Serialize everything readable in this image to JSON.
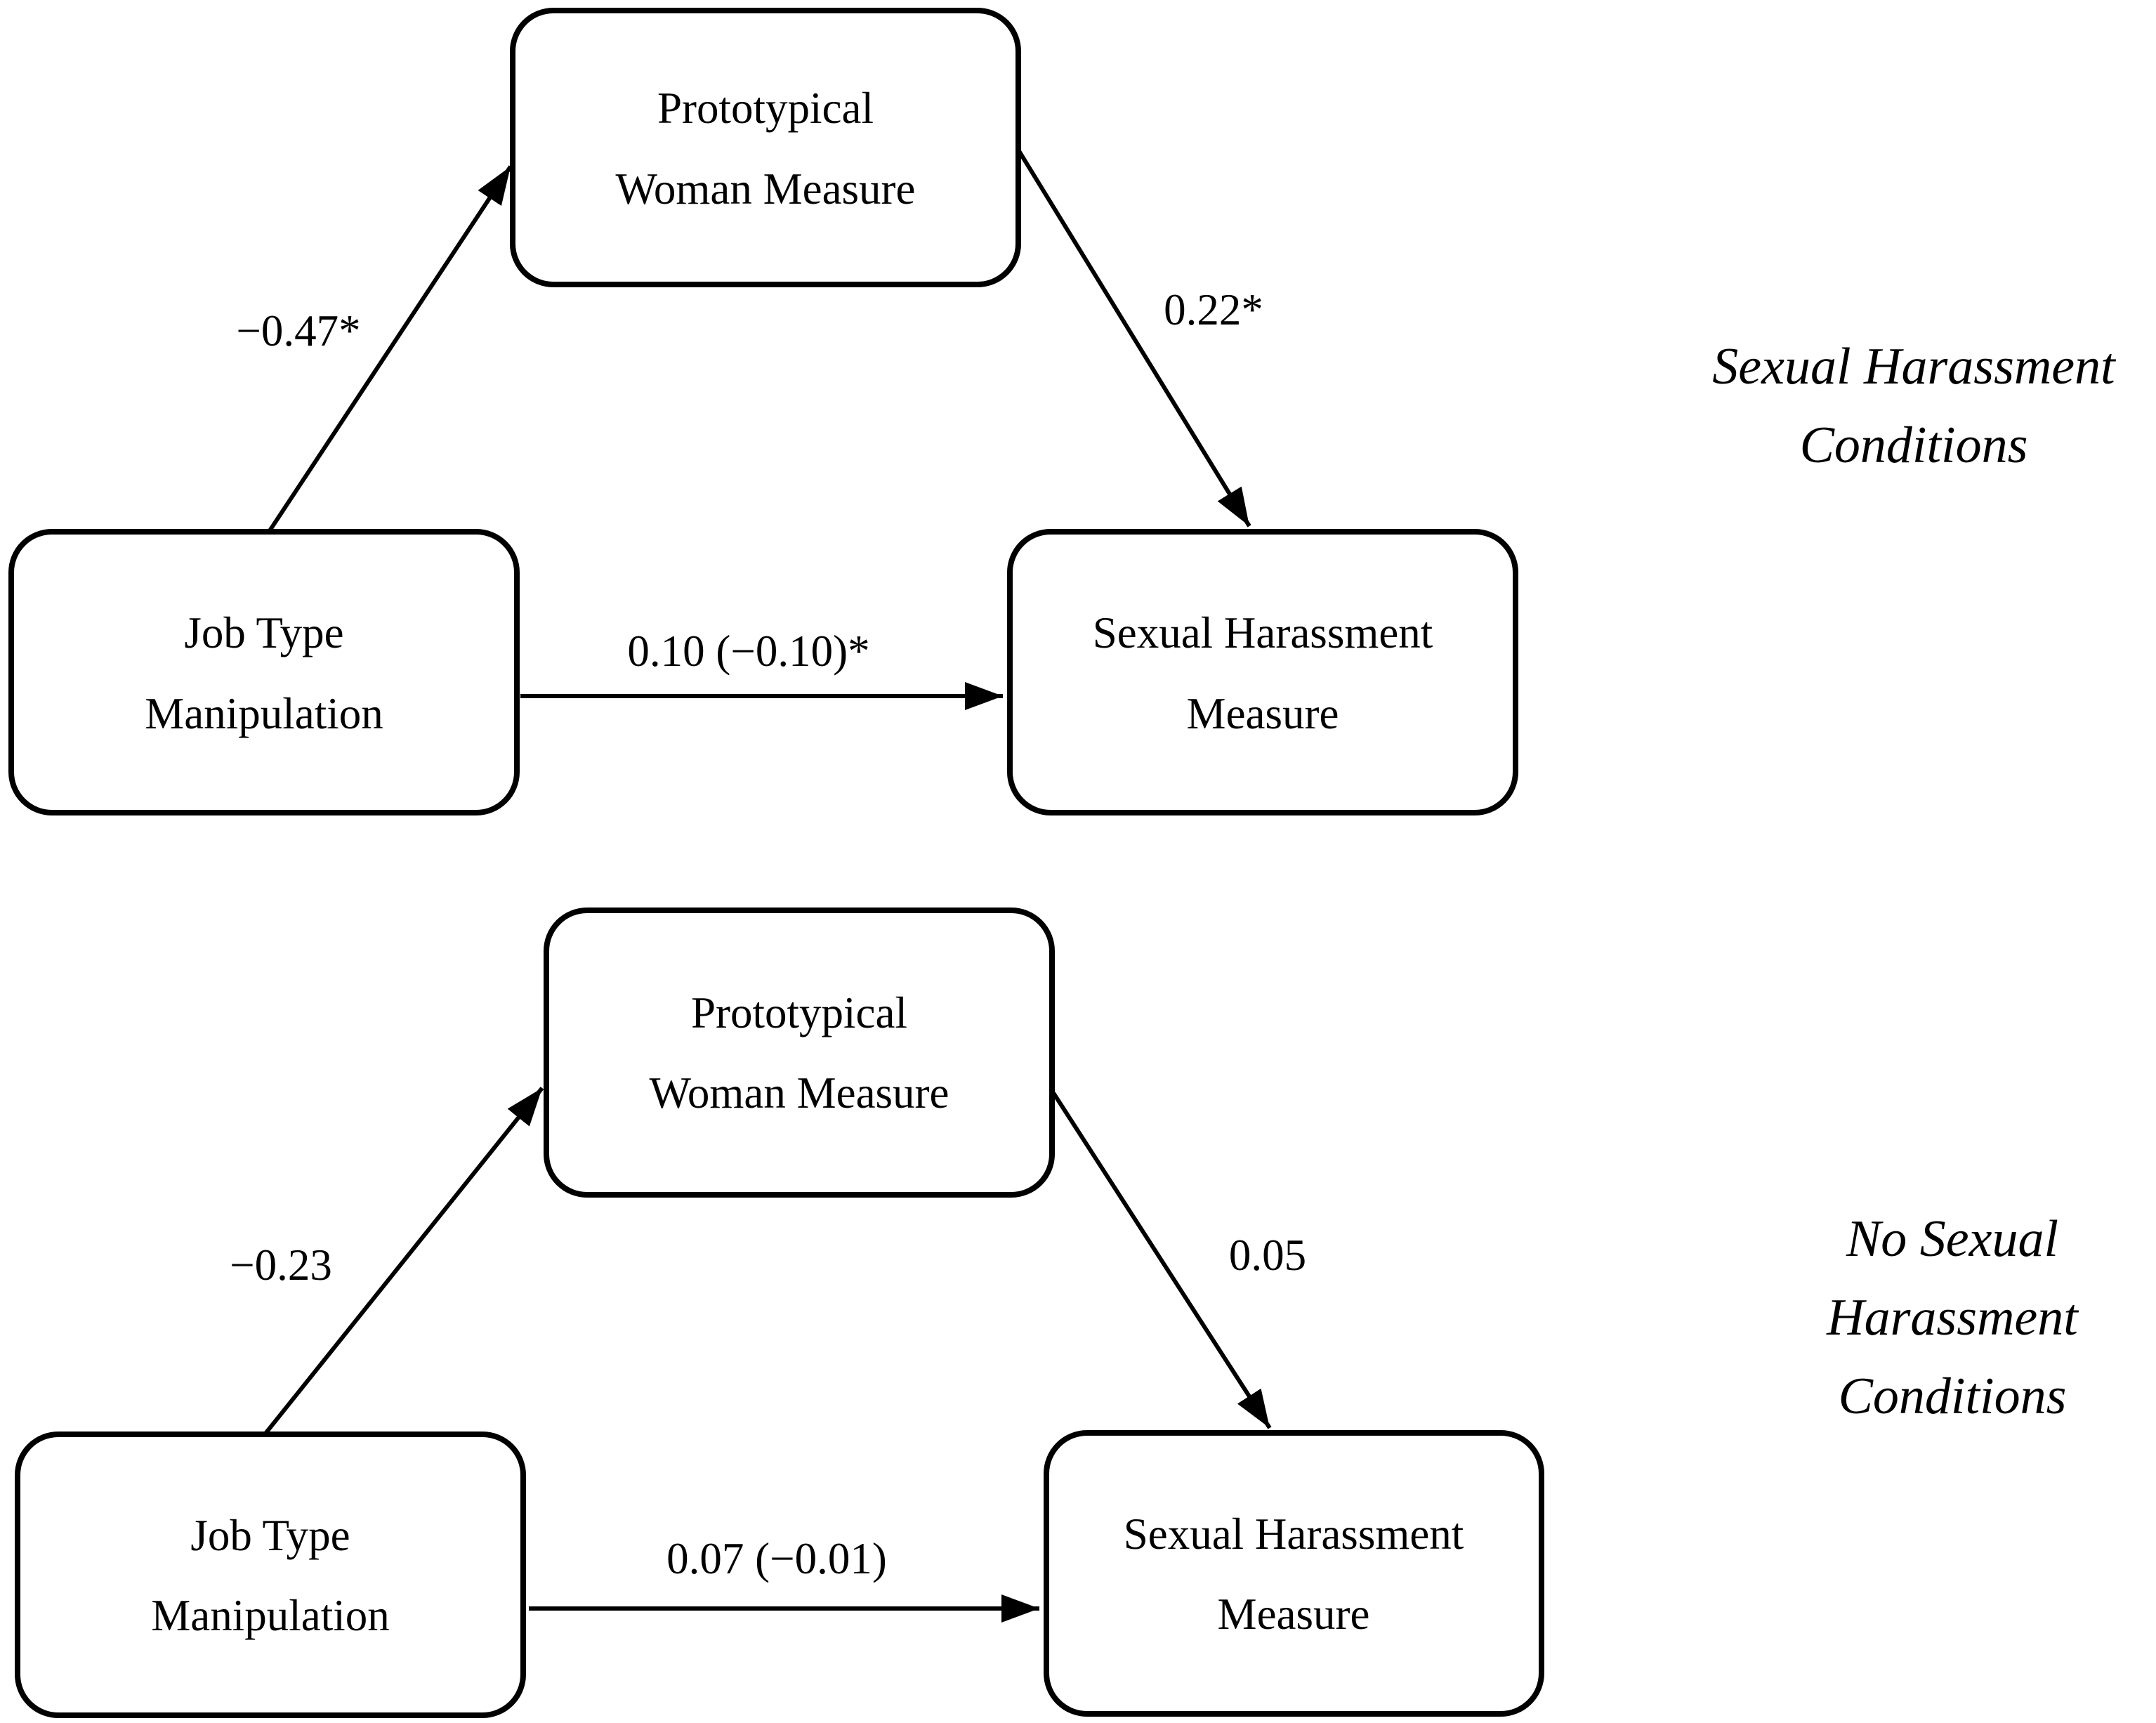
{
  "figure": {
    "type": "mediation-path-diagram",
    "background_color": "#ffffff",
    "ink_color": "#000000"
  },
  "diagrams": [
    {
      "name": "sexual-harassment-conditions",
      "condition_label": {
        "line1": "Sexual Harassment",
        "line2": "Conditions"
      },
      "boxes": {
        "predictor": {
          "line1": "Job Type",
          "line2": "Manipulation"
        },
        "mediator": {
          "line1": "Prototypical",
          "line2": "Woman Measure"
        },
        "outcome": {
          "line1": "Sexual Harassment",
          "line2": "Measure"
        }
      },
      "coefficients": {
        "predictor_to_mediator": "−0.47*",
        "mediator_to_outcome": "0.22*",
        "predictor_to_outcome_direct": "0.10 (−0.10)*"
      }
    },
    {
      "name": "no-sexual-harassment-conditions",
      "condition_label": {
        "line1": "No Sexual",
        "line2": "Harassment",
        "line3": "Conditions"
      },
      "boxes": {
        "predictor": {
          "line1": "Job Type",
          "line2": "Manipulation"
        },
        "mediator": {
          "line1": "Prototypical",
          "line2": "Woman Measure"
        },
        "outcome": {
          "line1": "Sexual Harassment",
          "line2": "Measure"
        }
      },
      "coefficients": {
        "predictor_to_mediator": "−0.23",
        "mediator_to_outcome": "0.05",
        "predictor_to_outcome_direct": "0.07 (−0.01)"
      }
    }
  ]
}
